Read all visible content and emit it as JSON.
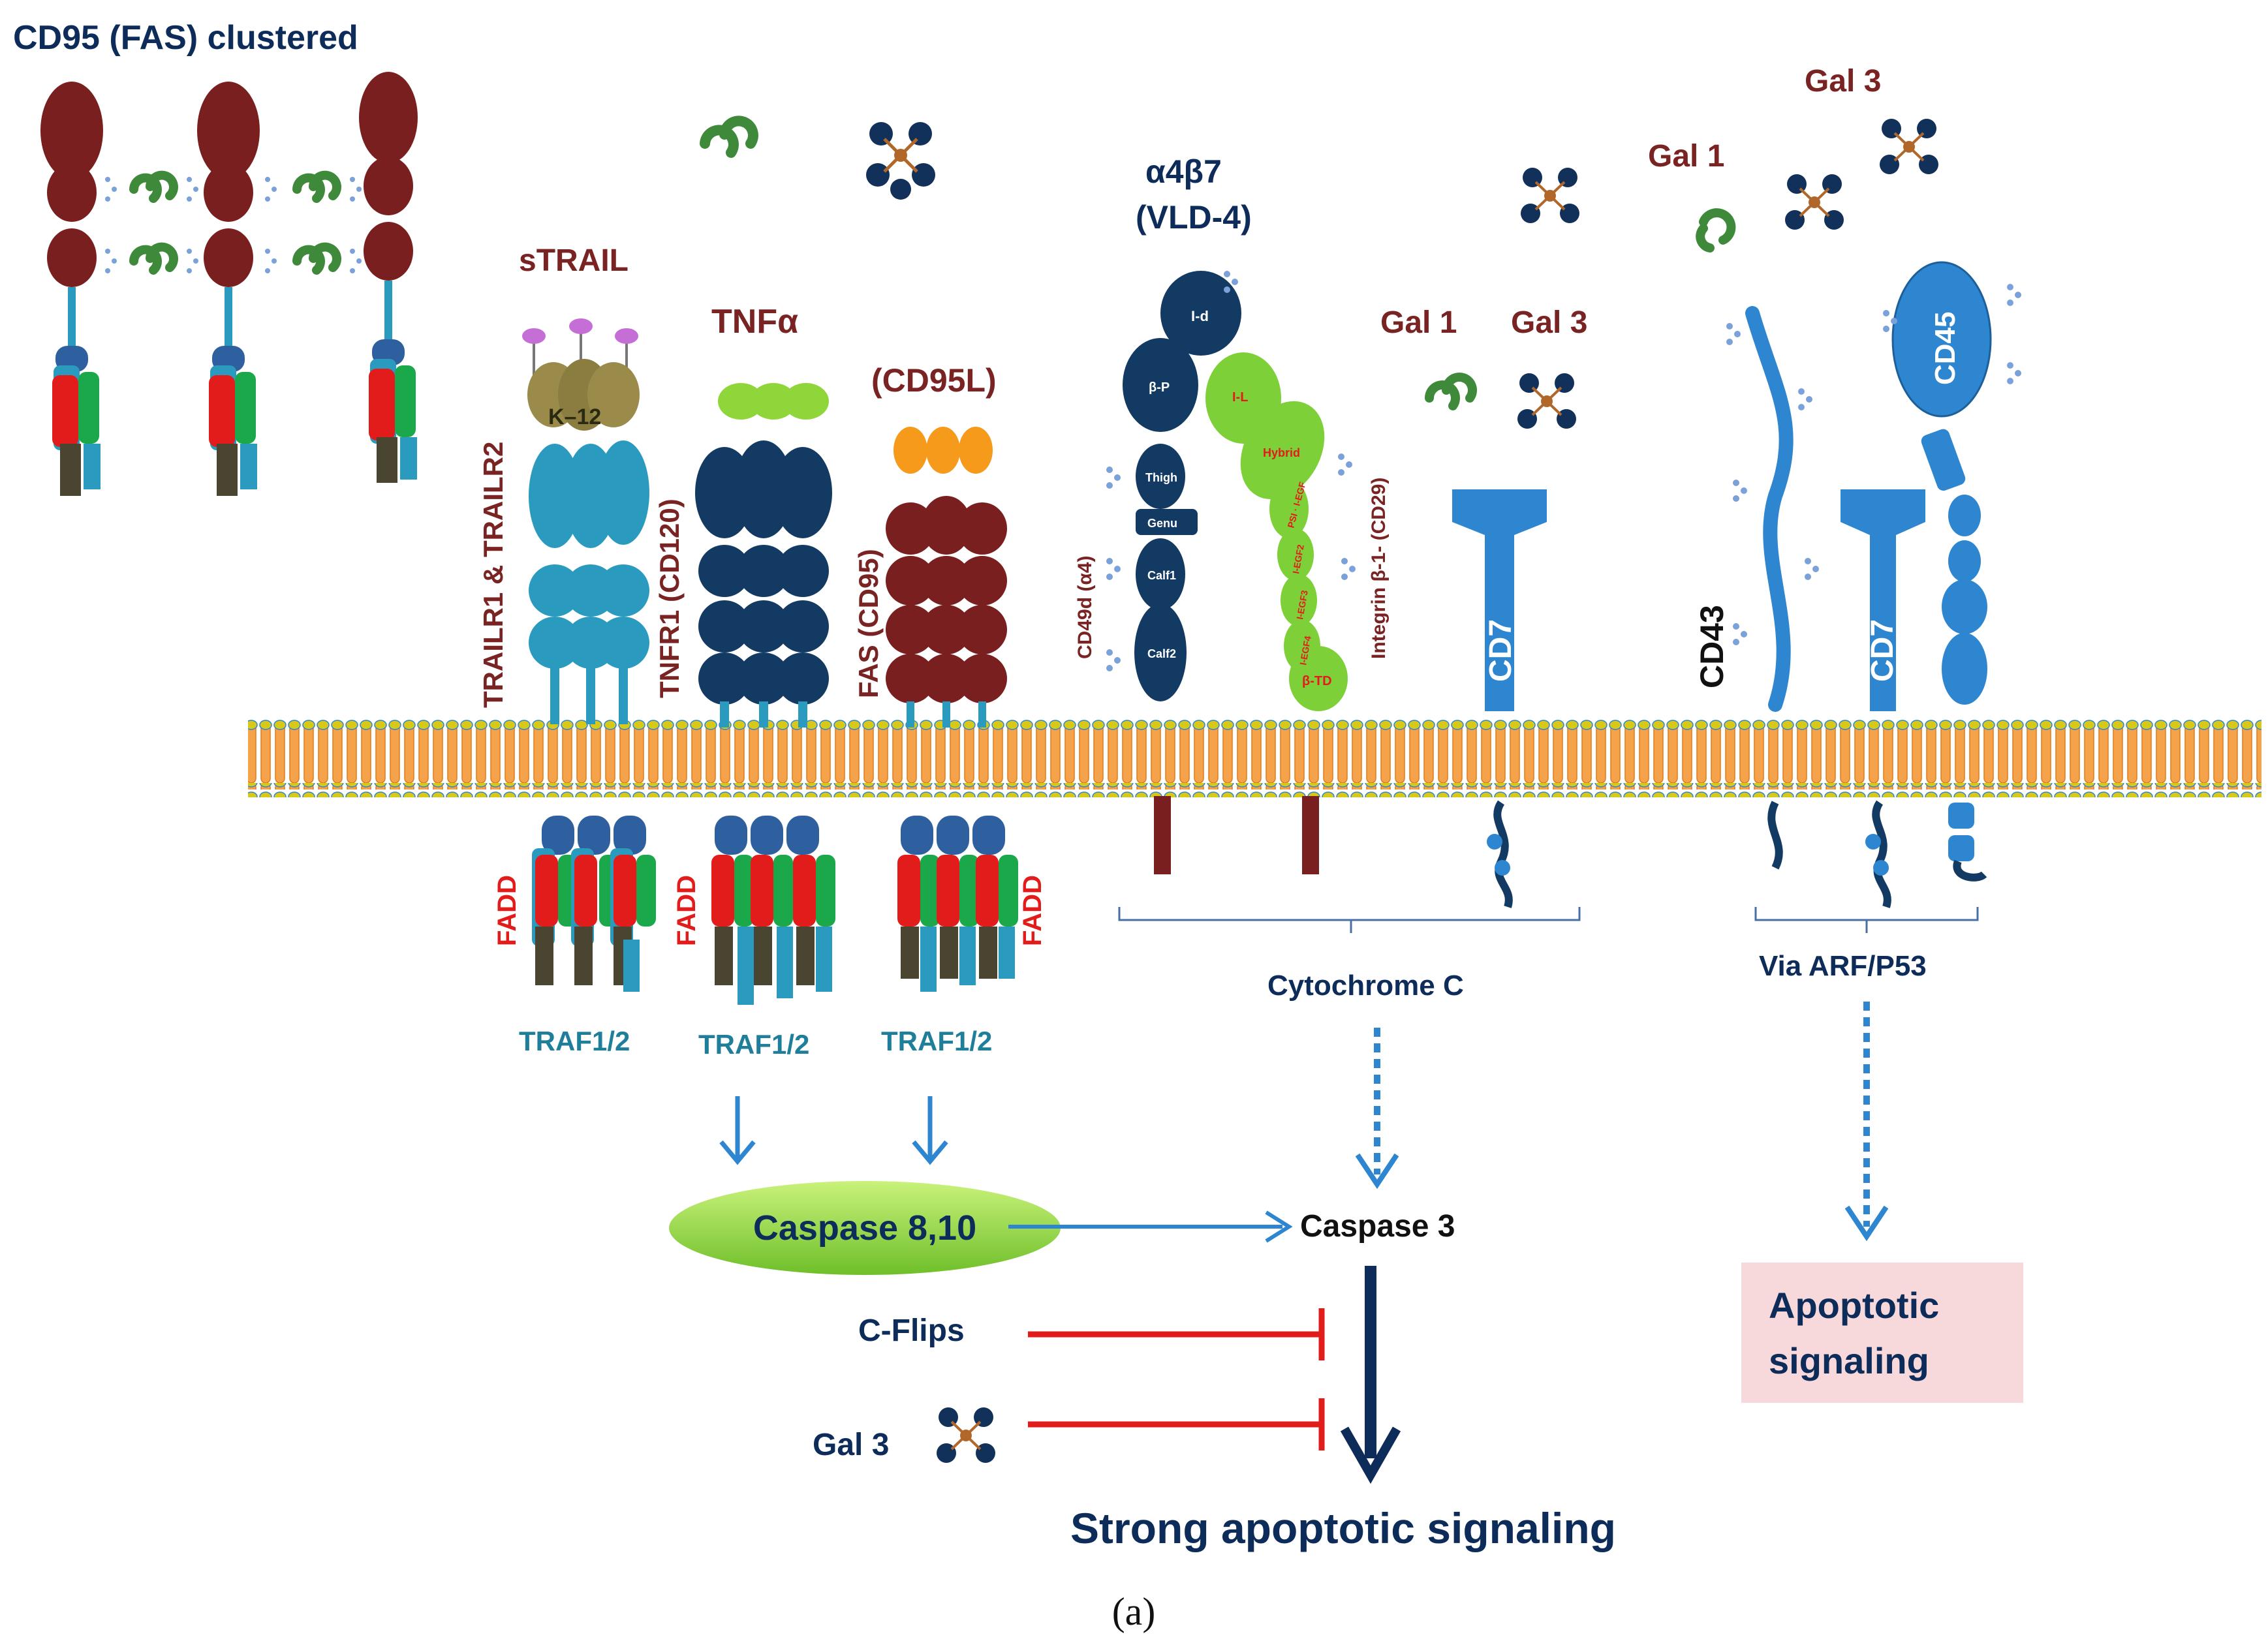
{
  "figure": {
    "top_left_label": "CD95 (FAS) clustered",
    "caption": "(a)"
  },
  "ligands": {
    "strail": "sTRAIL",
    "strail_core": "K–12",
    "tnf": "TNFα",
    "cd95l": "(CD95L)",
    "gal1_top": "Gal 1",
    "gal3_top": "Gal 3",
    "gal1_mid": "Gal 1",
    "gal3_mid": "Gal 3"
  },
  "receptors": {
    "trail_receptors": "TRAILR1 & TRAILR2",
    "tnfr1": "TNFR1 (CD120)",
    "fas": "FAS (CD95)",
    "integrin_title_1": "α4β7",
    "integrin_title_2": "(VLD-4)",
    "cd49d": "CD49d (α4)",
    "integrin_b1": "Integrin β-1- (CD29)",
    "cd7_a": "CD7",
    "cd7_b": "CD7",
    "cd43": "CD43",
    "cd45": "CD45"
  },
  "integrin_domains": {
    "alpha": [
      "I-d",
      "β-P",
      "Thigh",
      "Genu",
      "Calf1",
      "Calf2"
    ],
    "beta": [
      "I-L",
      "Hybrid",
      "PSI · I-EGF",
      "I-EGF2",
      "I-EGF3",
      "I-EGF4",
      "β-TD"
    ]
  },
  "adaptors": {
    "fadd_left": "FADD",
    "fadd_mid": "FADD",
    "fadd_right": "FADD",
    "traf_1": "TRAF1/2",
    "traf_2": "TRAF1/2",
    "traf_3": "TRAF1/2"
  },
  "pathway": {
    "cytochrome": "Cytochrome C",
    "arf": "Via ARF/P53",
    "caspase810": "Caspase 8,10",
    "caspase3": "Caspase 3",
    "cflips": "C-Flips",
    "gal3_inhib": "Gal 3",
    "apoptotic_box": [
      "Apoptotic",
      "signaling"
    ],
    "strong": "Strong apoptotic signaling"
  },
  "colors": {
    "membrane_fill": "#f5a34a",
    "membrane_bead": "#d8c81a",
    "fas_maroon": "#7a1f1f",
    "tnfr_navy": "#123a63",
    "trail_teal": "#2a9bbf",
    "cd_blue": "#2e86d1",
    "gal_green": "#2f7a2c",
    "caspase_green": "#8fd63b",
    "arrow_blue": "#2e86d1",
    "inhibit_red": "#e21b1b",
    "label_navy": "#0d2c5a",
    "label_maroon": "#7a2323",
    "apoptotic_box": "#f8d9db"
  }
}
